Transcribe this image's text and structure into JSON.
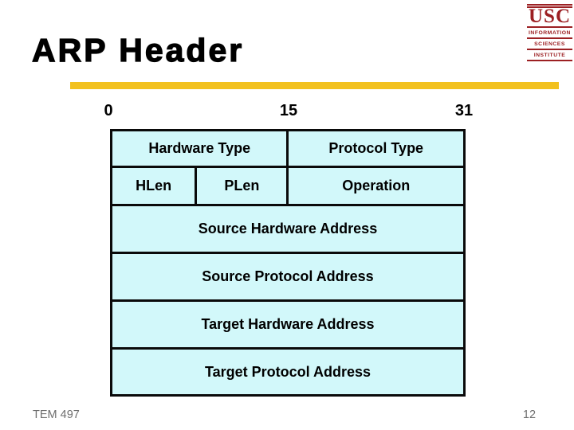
{
  "slide": {
    "title": "ARP Header",
    "course_code": "TEM 497",
    "page_number": "12"
  },
  "logo": {
    "acronym": "USC",
    "org_lines": [
      "INFORMATION",
      "SCIENCES",
      "INSTITUTE"
    ]
  },
  "diagram": {
    "bit_labels": [
      "0",
      "15",
      "31"
    ],
    "row1": {
      "left": "Hardware Type",
      "right": "Protocol Type"
    },
    "row2": {
      "c1": "HLen",
      "c2": "PLen",
      "c3": "Operation"
    },
    "full_rows": [
      "Source Hardware Address",
      "Source Protocol Address",
      "Target Hardware Address",
      "Target Protocol Address"
    ]
  },
  "colors": {
    "accent_bar": "#f2c11e",
    "cell_fill": "#d2f8fa",
    "table_border": "#0a0a0a",
    "logo_red": "#9c2023",
    "footer_gray": "#6e6e6e",
    "title_black": "#000000"
  }
}
